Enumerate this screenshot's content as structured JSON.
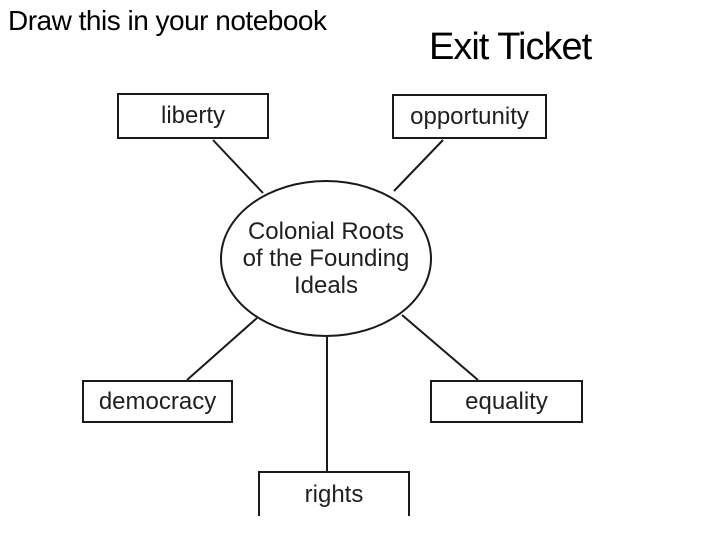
{
  "page": {
    "background_color": "#ffffff",
    "ink_color": "#1a1a1a",
    "instruction": "Draw this in your notebook",
    "title": "Exit Ticket"
  },
  "diagram": {
    "type": "concept-map",
    "center": {
      "shape": "ellipse",
      "lines": [
        "Colonial Roots",
        "of the Founding",
        "Ideals"
      ],
      "full_text": "Colonial Roots of the Founding Ideals"
    },
    "nodes": [
      {
        "id": "liberty",
        "label": "liberty",
        "position": "top-left"
      },
      {
        "id": "opportunity",
        "label": "opportunity",
        "position": "top-right"
      },
      {
        "id": "democracy",
        "label": "democracy",
        "position": "bottom-left"
      },
      {
        "id": "equality",
        "label": "equality",
        "position": "bottom-right"
      },
      {
        "id": "rights",
        "label": "rights",
        "position": "bottom-center"
      }
    ]
  }
}
